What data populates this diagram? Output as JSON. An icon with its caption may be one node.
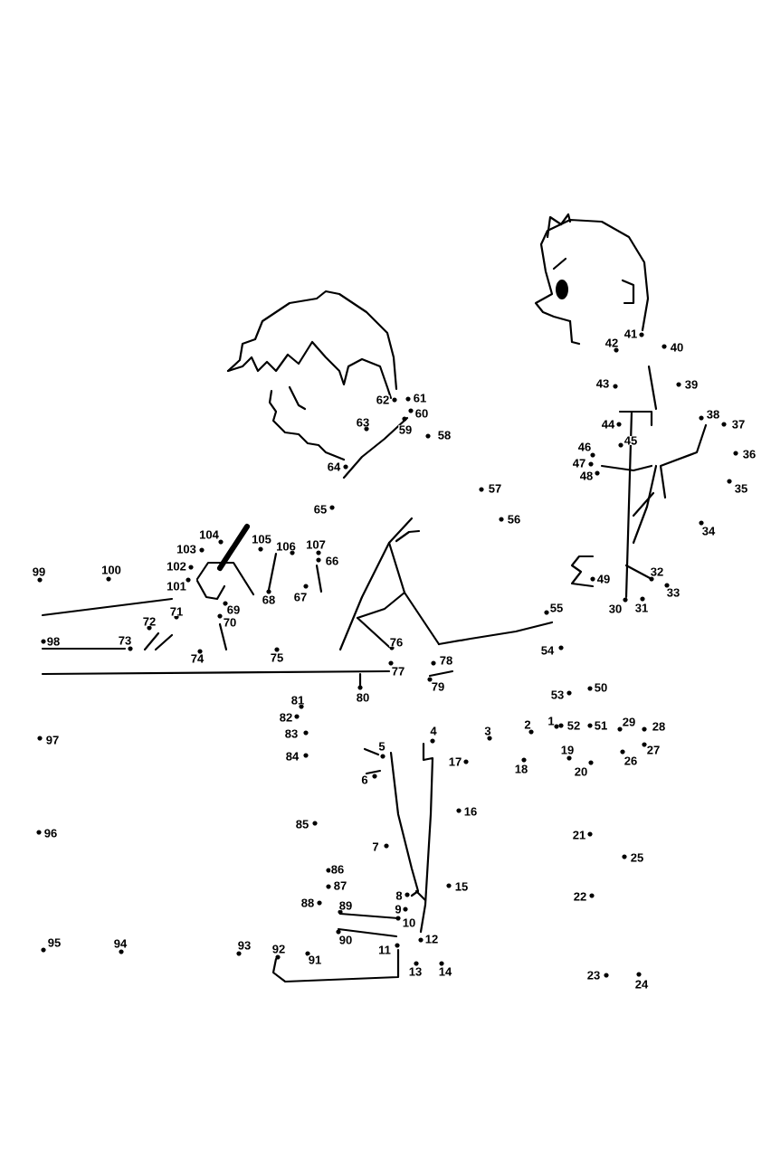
{
  "diagram": {
    "labels": [
      "1",
      "2",
      "3",
      "4",
      "5",
      "6",
      "7",
      "8",
      "9",
      "10",
      "11",
      "12",
      "13",
      "14",
      "15",
      "16",
      "17",
      "18",
      "19",
      "20",
      "21",
      "22",
      "23",
      "24",
      "25",
      "26",
      "27",
      "28",
      "29",
      "30",
      "31",
      "32",
      "33",
      "34",
      "35",
      "36",
      "37",
      "38",
      "39",
      "40",
      "41",
      "42",
      "43",
      "44",
      "45",
      "46",
      "47",
      "48",
      "49",
      "50",
      "51",
      "52",
      "53",
      "54",
      "55",
      "56",
      "57",
      "58",
      "59",
      "60",
      "61",
      "62",
      "63",
      "64",
      "65",
      "66",
      "67",
      "68",
      "69",
      "70",
      "71",
      "72",
      "73",
      "74",
      "75",
      "76",
      "77",
      "78",
      "79",
      "80",
      "81",
      "82",
      "83",
      "84",
      "85",
      "86",
      "87",
      "88",
      "89",
      "90",
      "91",
      "92",
      "93",
      "94",
      "95",
      "96",
      "97",
      "98",
      "99",
      "100",
      "101",
      "102",
      "103",
      "104",
      "105",
      "106",
      "107"
    ]
  }
}
